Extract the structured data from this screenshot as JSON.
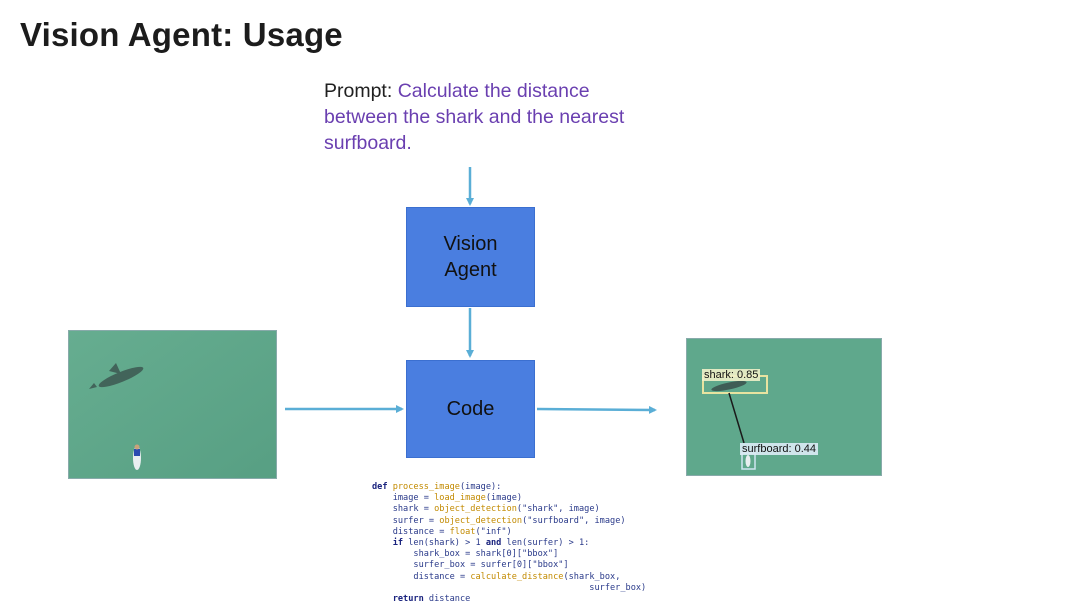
{
  "slide": {
    "title": "Vision Agent: Usage"
  },
  "prompt": {
    "label": "Prompt: ",
    "text": "Calculate the distance between the shark and the nearest surfboard."
  },
  "boxes": {
    "agent_line1": "Vision",
    "agent_line2": "Agent",
    "code": "Code"
  },
  "detections": {
    "shark": "shark: 0.85",
    "surfboard": "surfboard: 0.44"
  },
  "code": {
    "l1_kw": "def ",
    "l1_fn": "process_image",
    "l1_rest": "(image):",
    "l2_a": "    image = ",
    "l2_fn": "load_image",
    "l2_b": "(image)",
    "l3_a": "    shark = ",
    "l3_fn": "object_detection",
    "l3_b": "(\"shark\", image)",
    "l4_a": "    surfer = ",
    "l4_fn": "object_detection",
    "l4_b": "(\"surfboard\", image)",
    "l5_a": "    distance = ",
    "l5_fn": "float",
    "l5_b": "(\"inf\")",
    "l6_kw": "    if ",
    "l6_a": "len(shark) > 1 ",
    "l6_kw2": "and ",
    "l6_b": "len(surfer) > 1:",
    "l7": "        shark_box = shark[0][\"bbox\"]",
    "l8": "        surfer_box = surfer[0][\"bbox\"]",
    "l9_a": "        distance = ",
    "l9_fn": "calculate_distance",
    "l9_b": "(shark_box,",
    "l10": "                                          surfer_box)",
    "l11_kw": "    return ",
    "l11_b": "distance"
  },
  "colors": {
    "box_fill": "#4a7ee0",
    "arrow": "#5aaed6",
    "prompt_text": "#6a3fb0",
    "water": "#5fa88c"
  }
}
